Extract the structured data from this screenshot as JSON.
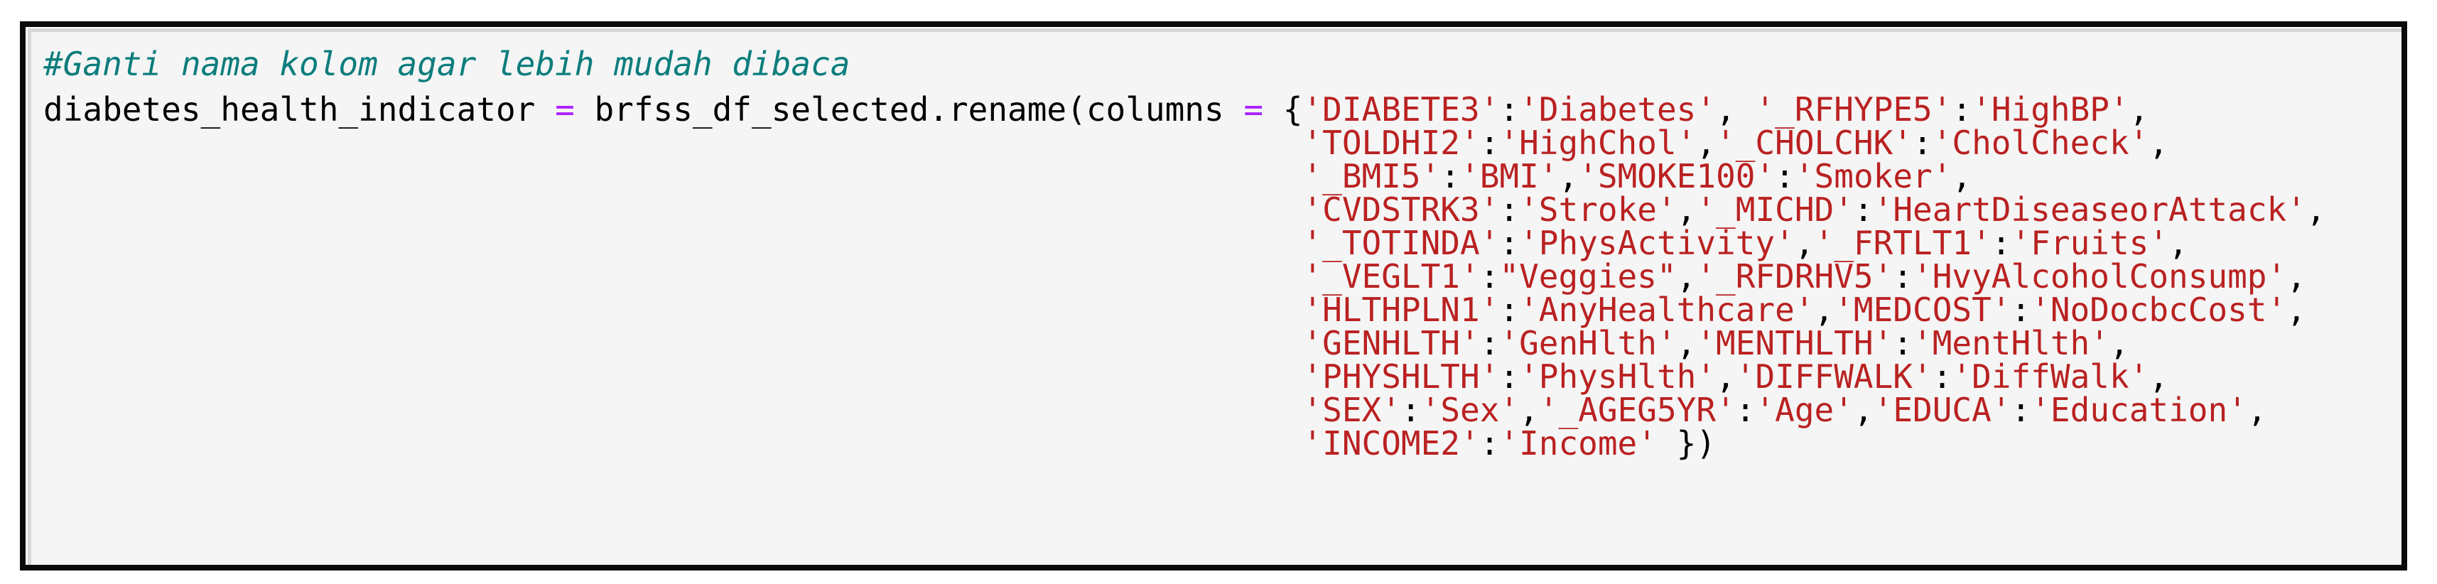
{
  "app": {
    "type": "notebook-code-cell",
    "language": "python"
  },
  "colors": {
    "page_background": "#ffffff",
    "frame_border": "#0a0a0a",
    "gap_background": "#fcfcfc",
    "cell_background": "#f5f5f5",
    "cell_border": "#d6d6d6",
    "code_text": "#000000",
    "comment": "#0d7d7d",
    "operator": "#aa22ff",
    "string": "#ba2121"
  },
  "code": {
    "indent_columns": 64,
    "lines": [
      {
        "indent": false,
        "tokens": [
          [
            "comment",
            "#Ganti nama kolom agar lebih mudah dibaca"
          ]
        ]
      },
      {
        "indent": false,
        "tokens": [
          [
            "plain",
            "diabetes_health_indicator "
          ],
          [
            "op",
            "="
          ],
          [
            "plain",
            " brfss_df_selected.rename(columns "
          ],
          [
            "op",
            "="
          ],
          [
            "plain",
            " {"
          ],
          [
            "str",
            "'DIABETE3'"
          ],
          [
            "plain",
            ":"
          ],
          [
            "str",
            "'Diabetes'"
          ],
          [
            "plain",
            ", "
          ],
          [
            "str",
            "'_RFHYPE5'"
          ],
          [
            "plain",
            ":"
          ],
          [
            "str",
            "'HighBP'"
          ],
          [
            "plain",
            ","
          ]
        ]
      },
      {
        "indent": true,
        "tokens": [
          [
            "str",
            "'TOLDHI2'"
          ],
          [
            "plain",
            ":"
          ],
          [
            "str",
            "'HighChol'"
          ],
          [
            "plain",
            ","
          ],
          [
            "str",
            "'_CHOLCHK'"
          ],
          [
            "plain",
            ":"
          ],
          [
            "str",
            "'CholCheck'"
          ],
          [
            "plain",
            ","
          ]
        ]
      },
      {
        "indent": true,
        "tokens": [
          [
            "str",
            "'_BMI5'"
          ],
          [
            "plain",
            ":"
          ],
          [
            "str",
            "'BMI'"
          ],
          [
            "plain",
            ","
          ],
          [
            "str",
            "'SMOKE100'"
          ],
          [
            "plain",
            ":"
          ],
          [
            "str",
            "'Smoker'"
          ],
          [
            "plain",
            ","
          ]
        ]
      },
      {
        "indent": true,
        "tokens": [
          [
            "str",
            "'CVDSTRK3'"
          ],
          [
            "plain",
            ":"
          ],
          [
            "str",
            "'Stroke'"
          ],
          [
            "plain",
            ","
          ],
          [
            "str",
            "'_MICHD'"
          ],
          [
            "plain",
            ":"
          ],
          [
            "str",
            "'HeartDiseaseorAttack'"
          ],
          [
            "plain",
            ","
          ]
        ]
      },
      {
        "indent": true,
        "tokens": [
          [
            "str",
            "'_TOTINDA'"
          ],
          [
            "plain",
            ":"
          ],
          [
            "str",
            "'PhysActivity'"
          ],
          [
            "plain",
            ","
          ],
          [
            "str",
            "'_FRTLT1'"
          ],
          [
            "plain",
            ":"
          ],
          [
            "str",
            "'Fruits'"
          ],
          [
            "plain",
            ","
          ]
        ]
      },
      {
        "indent": true,
        "tokens": [
          [
            "str",
            "'_VEGLT1'"
          ],
          [
            "plain",
            ":"
          ],
          [
            "str",
            "\"Veggies\""
          ],
          [
            "plain",
            ","
          ],
          [
            "str",
            "'_RFDRHV5'"
          ],
          [
            "plain",
            ":"
          ],
          [
            "str",
            "'HvyAlcoholConsump'"
          ],
          [
            "plain",
            ","
          ]
        ]
      },
      {
        "indent": true,
        "tokens": [
          [
            "str",
            "'HLTHPLN1'"
          ],
          [
            "plain",
            ":"
          ],
          [
            "str",
            "'AnyHealthcare'"
          ],
          [
            "plain",
            ","
          ],
          [
            "str",
            "'MEDCOST'"
          ],
          [
            "plain",
            ":"
          ],
          [
            "str",
            "'NoDocbcCost'"
          ],
          [
            "plain",
            ","
          ]
        ]
      },
      {
        "indent": true,
        "tokens": [
          [
            "str",
            "'GENHLTH'"
          ],
          [
            "plain",
            ":"
          ],
          [
            "str",
            "'GenHlth'"
          ],
          [
            "plain",
            ","
          ],
          [
            "str",
            "'MENTHLTH'"
          ],
          [
            "plain",
            ":"
          ],
          [
            "str",
            "'MentHlth'"
          ],
          [
            "plain",
            ","
          ]
        ]
      },
      {
        "indent": true,
        "tokens": [
          [
            "str",
            "'PHYSHLTH'"
          ],
          [
            "plain",
            ":"
          ],
          [
            "str",
            "'PhysHlth'"
          ],
          [
            "plain",
            ","
          ],
          [
            "str",
            "'DIFFWALK'"
          ],
          [
            "plain",
            ":"
          ],
          [
            "str",
            "'DiffWalk'"
          ],
          [
            "plain",
            ","
          ]
        ]
      },
      {
        "indent": true,
        "tokens": [
          [
            "str",
            "'SEX'"
          ],
          [
            "plain",
            ":"
          ],
          [
            "str",
            "'Sex'"
          ],
          [
            "plain",
            ","
          ],
          [
            "str",
            "'_AGEG5YR'"
          ],
          [
            "plain",
            ":"
          ],
          [
            "str",
            "'Age'"
          ],
          [
            "plain",
            ","
          ],
          [
            "str",
            "'EDUCA'"
          ],
          [
            "plain",
            ":"
          ],
          [
            "str",
            "'Education'"
          ],
          [
            "plain",
            ","
          ]
        ]
      },
      {
        "indent": true,
        "tokens": [
          [
            "str",
            "'INCOME2'"
          ],
          [
            "plain",
            ":"
          ],
          [
            "str",
            "'Income'"
          ],
          [
            "plain",
            " })"
          ]
        ]
      }
    ]
  }
}
